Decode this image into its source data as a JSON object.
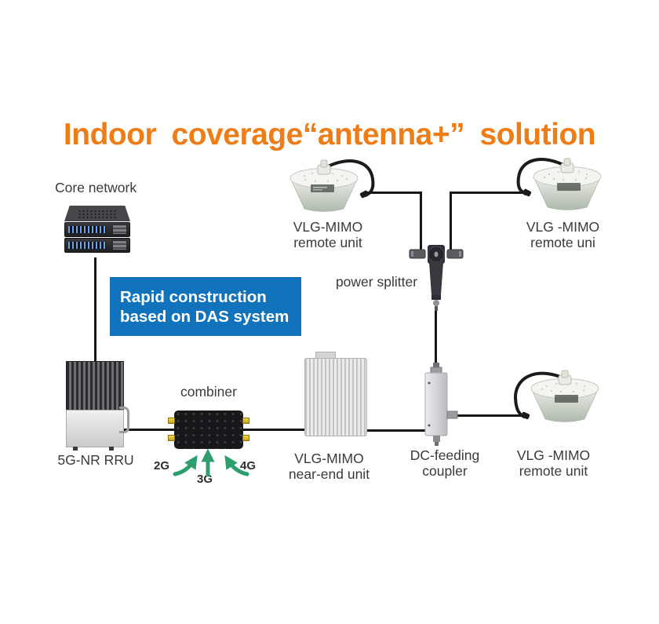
{
  "title": "Indoor coverage“antenna+” solution",
  "core_network": {
    "label": "Core network"
  },
  "callout": {
    "line1": "Rapid construction",
    "line2": "based on DAS system"
  },
  "rru": {
    "label": "5G-NR RRU"
  },
  "combiner": {
    "label": "combiner"
  },
  "bands": {
    "g2": "2G",
    "g3": "3G",
    "g4": "4G"
  },
  "near_end_unit": {
    "line1": "VLG-MIMO",
    "line2": "near-end unit"
  },
  "power_splitter": {
    "label": "power splitter"
  },
  "dc_coupler": {
    "line1": "DC-feeding",
    "line2": "coupler"
  },
  "remote_top_left": {
    "line1": "VLG-MIMO",
    "line2": "remote unit"
  },
  "remote_top_right": {
    "line1": "VLG -MIMO",
    "line2": "remote uni"
  },
  "remote_bottom_right": {
    "line1": "VLG -MIMO",
    "line2": "remote unit"
  },
  "colors": {
    "title_orange": "#ee7d17",
    "callout_blue": "#1273bd",
    "arrow_green": "#2e9e6e",
    "wire_black": "#161616"
  }
}
